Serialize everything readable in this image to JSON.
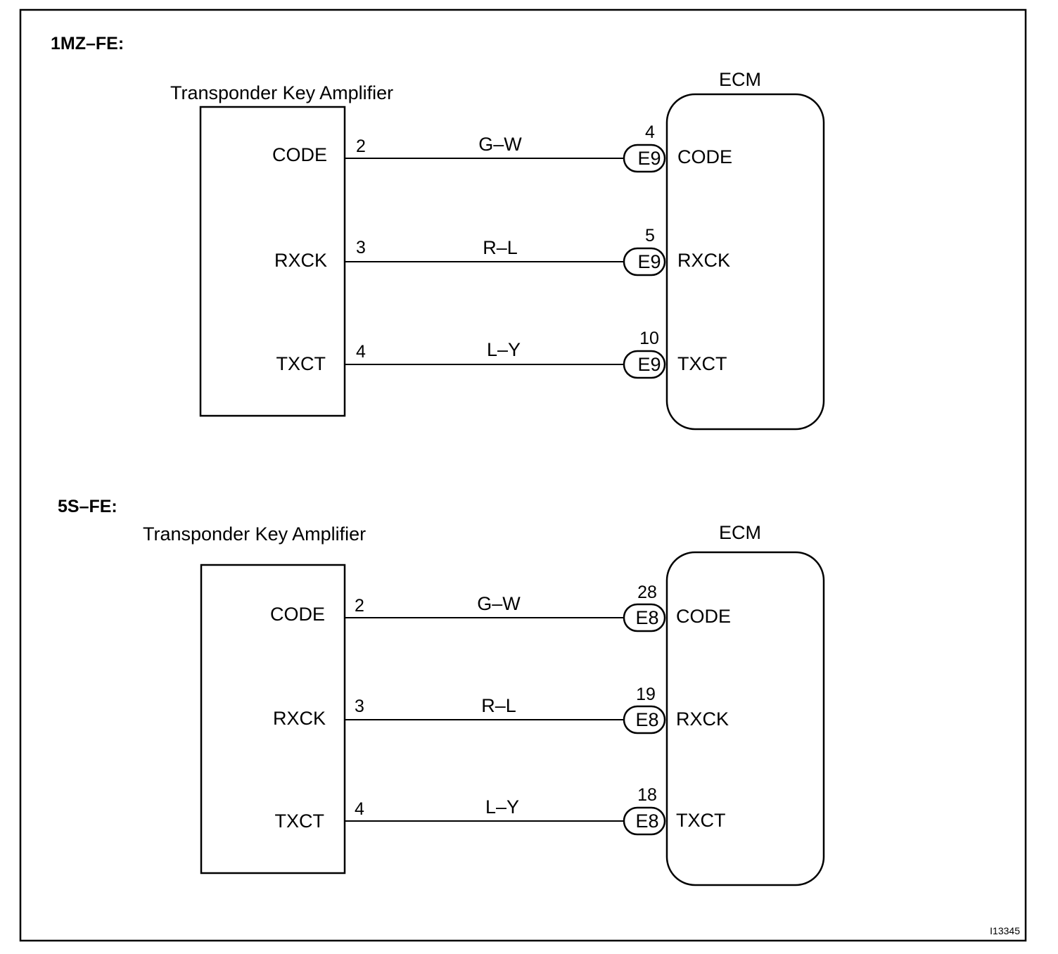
{
  "image_code": "I13345",
  "sections": [
    {
      "title": "1MZ–FE:",
      "amplifier": {
        "label": "Transponder Key Amplifier",
        "terminals": [
          {
            "name": "CODE",
            "pin": "2"
          },
          {
            "name": "RXCK",
            "pin": "3"
          },
          {
            "name": "TXCT",
            "pin": "4"
          }
        ]
      },
      "ecm": {
        "label": "ECM",
        "terminals": [
          {
            "name": "CODE",
            "pin": "4",
            "connector": "E9"
          },
          {
            "name": "RXCK",
            "pin": "5",
            "connector": "E9"
          },
          {
            "name": "TXCT",
            "pin": "10",
            "connector": "E9"
          }
        ]
      },
      "wires": [
        "G–W",
        "R–L",
        "L–Y"
      ]
    },
    {
      "title": "5S–FE:",
      "amplifier": {
        "label": "Transponder Key Amplifier",
        "terminals": [
          {
            "name": "CODE",
            "pin": "2"
          },
          {
            "name": "RXCK",
            "pin": "3"
          },
          {
            "name": "TXCT",
            "pin": "4"
          }
        ]
      },
      "ecm": {
        "label": "ECM",
        "terminals": [
          {
            "name": "CODE",
            "pin": "28",
            "connector": "E8"
          },
          {
            "name": "RXCK",
            "pin": "19",
            "connector": "E8"
          },
          {
            "name": "TXCT",
            "pin": "18",
            "connector": "E8"
          }
        ]
      },
      "wires": [
        "G–W",
        "R–L",
        "L–Y"
      ]
    }
  ]
}
